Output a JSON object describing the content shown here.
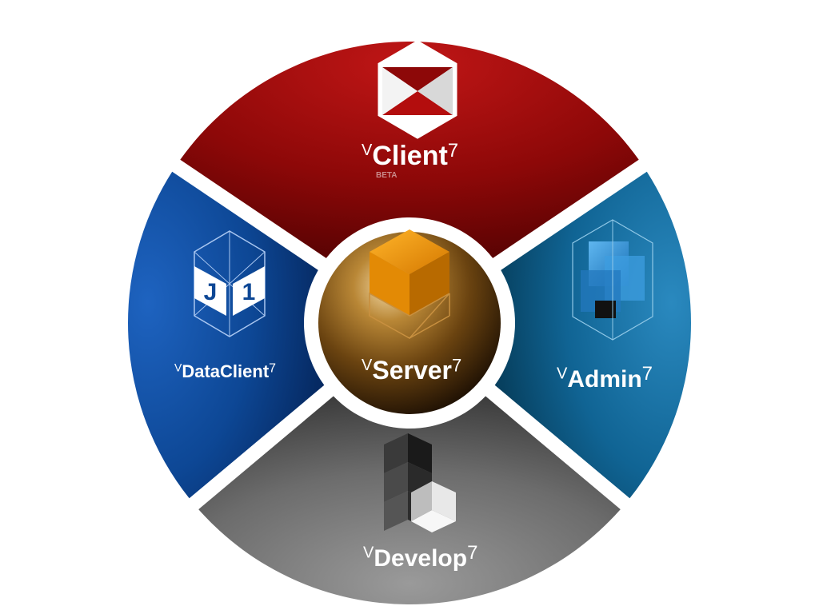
{
  "colors": {
    "client": "#8f0a0a",
    "datacl": "#0e4a9a",
    "admin": "#11699a",
    "develop": "#6e6e6e",
    "server": "#8a5a18"
  },
  "products": {
    "client": {
      "prefix": "V",
      "name": "Client",
      "version": "7",
      "badge": "BETA",
      "icon": "hexagon-cube-hourglass-icon"
    },
    "datacl": {
      "prefix": "V",
      "name": "DataClient",
      "version": "7",
      "icon": "cube-j1-icon"
    },
    "server": {
      "prefix": "V",
      "name": "Server",
      "version": "7",
      "icon": "orange-cube-icon"
    },
    "admin": {
      "prefix": "V",
      "name": "Admin",
      "version": "7",
      "icon": "blue-cubes-icon"
    },
    "develop": {
      "prefix": "V",
      "name": "Develop",
      "version": "7",
      "icon": "stacked-cubes-icon"
    }
  }
}
